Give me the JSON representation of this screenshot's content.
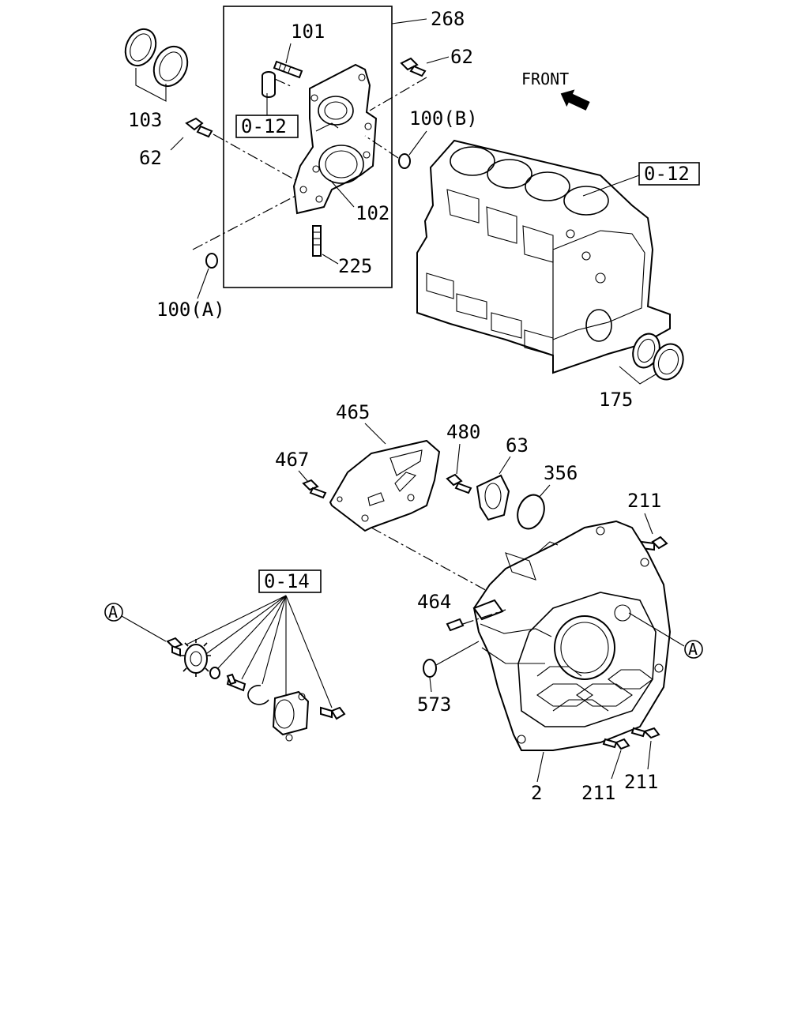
{
  "labels": {
    "p268": "268",
    "p101": "101",
    "p62a": "62",
    "p62b": "62",
    "p103": "103",
    "p100b": "100(B)",
    "p102": "102",
    "p225": "225",
    "p100a": "100(A)",
    "front": "FRONT",
    "p175": "175",
    "p465": "465",
    "p480": "480",
    "p63": "63",
    "p467": "467",
    "p356": "356",
    "p211a": "211",
    "p464": "464",
    "p573": "573",
    "p2": "2",
    "p211b": "211",
    "p211c": "211"
  },
  "refs": {
    "ref1": "0-12",
    "ref2": "0-12",
    "ref3": "0-14"
  },
  "callouts": {
    "a_left": "A",
    "a_right": "A"
  }
}
